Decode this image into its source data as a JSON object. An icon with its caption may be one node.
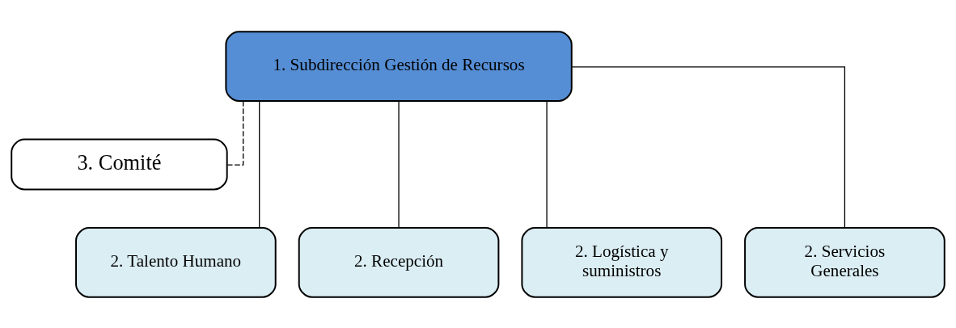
{
  "diagram": {
    "nodes": [
      {
        "text": [
          "1. Subdirección Gestión de Recursos"
        ]
      },
      {
        "text": [
          "3. Comité"
        ]
      },
      {
        "text": [
          "2. Talento Humano"
        ]
      },
      {
        "text": [
          "2. Recepción"
        ]
      },
      {
        "text": [
          "2. Logística y suministros"
        ]
      },
      {
        "text": [
          "2. Servicios Generales"
        ]
      }
    ],
    "edges": [
      {
        "from": 0,
        "to": 1,
        "arrow": "none",
        "style": "dashed"
      },
      {
        "from": 0,
        "to": 2,
        "arrow": "none"
      },
      {
        "from": 0,
        "to": 3,
        "arrow": "none"
      },
      {
        "from": 0,
        "to": 4,
        "arrow": "none"
      },
      {
        "from": 0,
        "to": 5,
        "arrow": "none"
      }
    ]
  }
}
